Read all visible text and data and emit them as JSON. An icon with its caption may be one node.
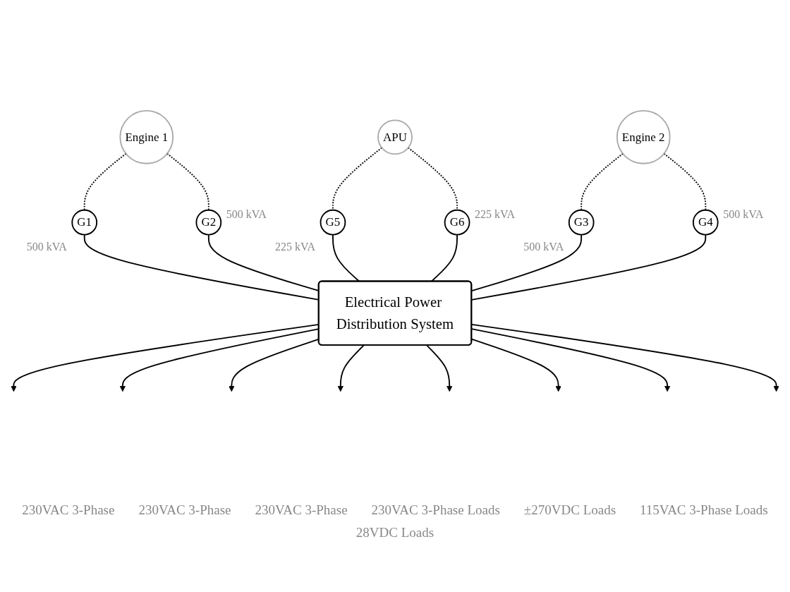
{
  "diagram": {
    "nodes": [
      {
        "text": [
          "Engine 1"
        ]
      },
      {
        "text": [
          "APU"
        ]
      },
      {
        "text": [
          "Engine 2"
        ]
      },
      {
        "text": [
          "G1"
        ],
        "beside": [
          "500 kVA"
        ]
      },
      {
        "text": [
          "G2"
        ],
        "beside": [
          "500 kVA"
        ]
      },
      {
        "text": [
          "G5"
        ],
        "beside": [
          "225 kVA"
        ]
      },
      {
        "text": [
          "G6"
        ],
        "beside": [
          "225 kVA"
        ]
      },
      {
        "text": [
          "G3"
        ],
        "beside": [
          "500 kVA"
        ]
      },
      {
        "text": [
          "G4"
        ],
        "beside": [
          "500 kVA"
        ]
      },
      {
        "text": [
          "Electrical Power Distribution System"
        ]
      }
    ],
    "edges": [
      {
        "from": 0,
        "to": 3,
        "arrow": "none",
        "style": "dashed"
      },
      {
        "from": 0,
        "to": 4,
        "arrow": "none",
        "style": "dashed"
      },
      {
        "from": 1,
        "to": 5,
        "arrow": "none",
        "style": "dashed"
      },
      {
        "from": 1,
        "to": 6,
        "arrow": "none",
        "style": "dashed"
      },
      {
        "from": 2,
        "to": 7,
        "arrow": "none",
        "style": "dashed"
      },
      {
        "from": 2,
        "to": 8,
        "arrow": "none",
        "style": "dashed"
      },
      {
        "from": 3,
        "to": 9,
        "arrow": "none"
      },
      {
        "from": 4,
        "to": 9,
        "arrow": "none"
      },
      {
        "from": 5,
        "to": 9,
        "arrow": "none"
      },
      {
        "from": 6,
        "to": 9,
        "arrow": "none"
      },
      {
        "from": 7,
        "to": 9,
        "arrow": "none"
      },
      {
        "from": 8,
        "to": 9,
        "arrow": "none"
      },
      {
        "from": 9,
        "to": null,
        "arrow": "to"
      },
      {
        "from": 9,
        "to": null,
        "arrow": "to"
      },
      {
        "from": 9,
        "to": null,
        "arrow": "to"
      },
      {
        "from": 9,
        "to": null,
        "arrow": "to"
      },
      {
        "from": 9,
        "to": null,
        "arrow": "to"
      },
      {
        "from": 9,
        "to": null,
        "arrow": "to"
      },
      {
        "from": 9,
        "to": null,
        "arrow": "to"
      },
      {
        "from": 9,
        "to": null,
        "arrow": "to"
      }
    ],
    "labels": [
      "230VAC 3-Phase",
      "230VAC 3-Phase",
      "230VAC 3-Phase",
      "230VAC 3-Phase Loads",
      "±270VDC Loads",
      "115VAC 3-Phase Loads",
      "28VDC Loads"
    ]
  }
}
